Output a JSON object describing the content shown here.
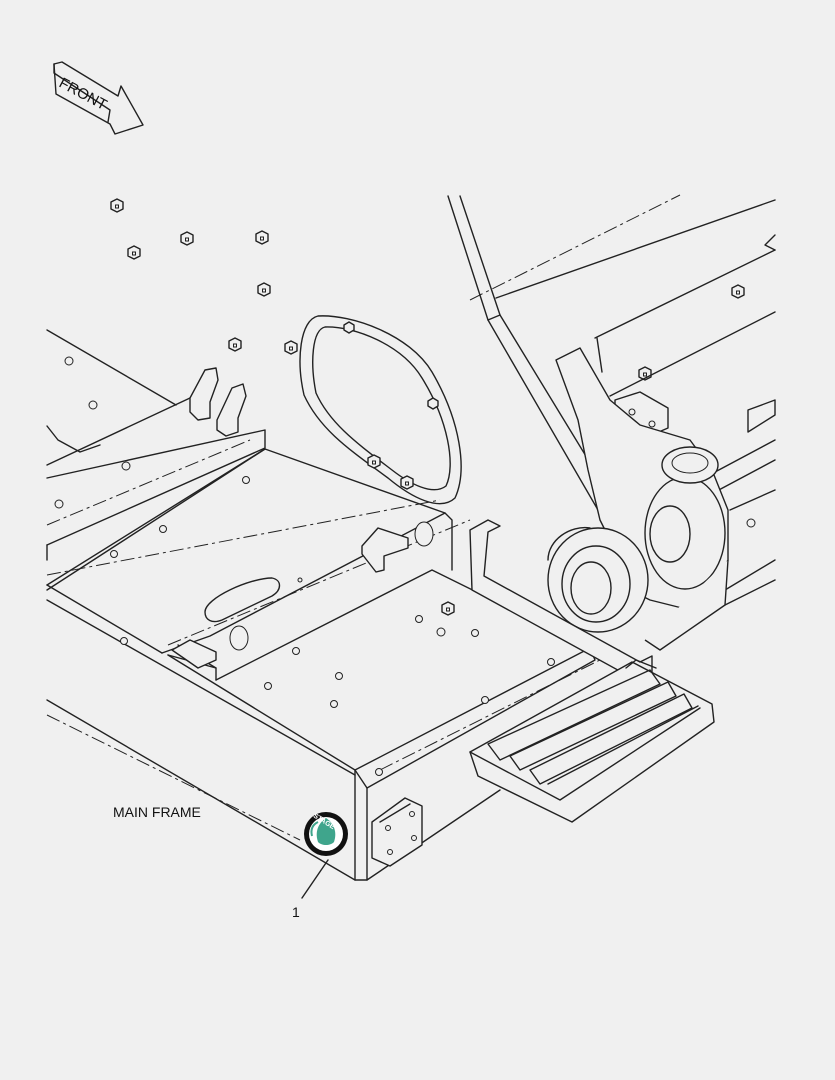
{
  "diagram": {
    "direction_arrow": {
      "label": "FRONT"
    },
    "part_label": "MAIN FRAME",
    "callouts": [
      {
        "number": "1"
      }
    ],
    "badge": {
      "top_text": "STAGE V",
      "bottom_text": "",
      "ring_color": "#111111",
      "accent_color": "#3fa58c",
      "inner_color": "#ffffff"
    }
  }
}
